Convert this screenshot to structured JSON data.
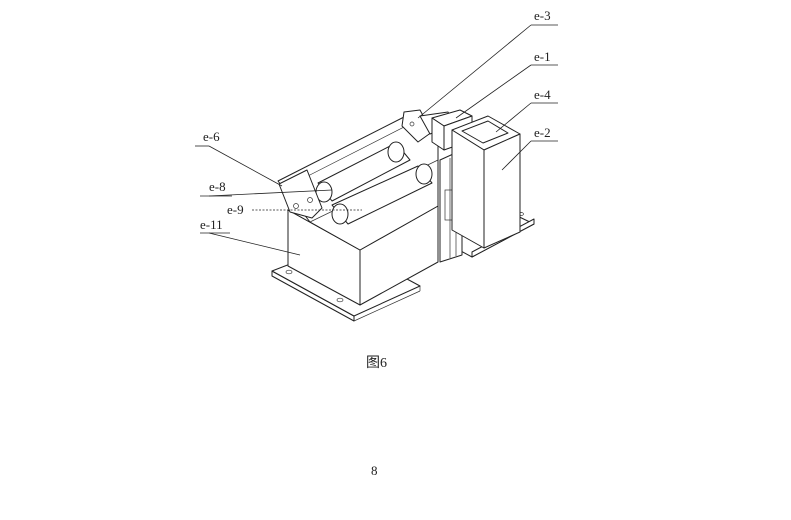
{
  "labels": {
    "e3": "e-3",
    "e1": "e-1",
    "e4": "e-4",
    "e2": "e-2",
    "e6": "e-6",
    "e8": "e-8",
    "e9": "e-9",
    "e11": "e-11"
  },
  "caption": "图6",
  "page_number": "8"
}
